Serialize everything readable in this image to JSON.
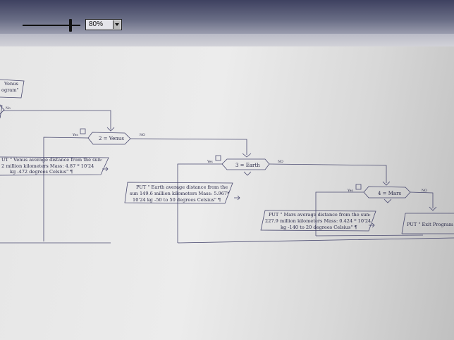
{
  "toolbar": {
    "zoom_value": "80%"
  },
  "flowchart": {
    "top_box_lines": [
      "Venus",
      "ogram\""
    ],
    "top_no_label": "No",
    "venus_condition": "2 = Venus",
    "venus_yes_label": "Yes",
    "venus_no_label": "NO",
    "venus_put_lines": [
      "UT \" Venus average distance from the sun:",
      "2 million kilometers  Mass: 4.87 * 10'24",
      "kg  -472 degrees Celsius\" ¶"
    ],
    "earth_condition": "3 = Earth",
    "earth_yes_label": "Yes",
    "earth_no_label": "NO",
    "earth_put_lines": [
      "PUT \" Earth average distance from the",
      "sun 149.6 million kilometers  Mass: 5.967*",
      "10'24 kg  -50 to 50 degrees Celsius\" ¶"
    ],
    "mars_condition": "4 = Mars",
    "mars_yes_label": "Yes",
    "mars_no_label": "NO",
    "mars_put_lines": [
      "PUT \" Mars average distance from the sun:",
      "227.9 million kilometers Mass: 0.424 * 10'24",
      "kg  -140 to 20 degrees Celsius\" ¶"
    ],
    "exit_put": "PUT \" Exit Program"
  }
}
